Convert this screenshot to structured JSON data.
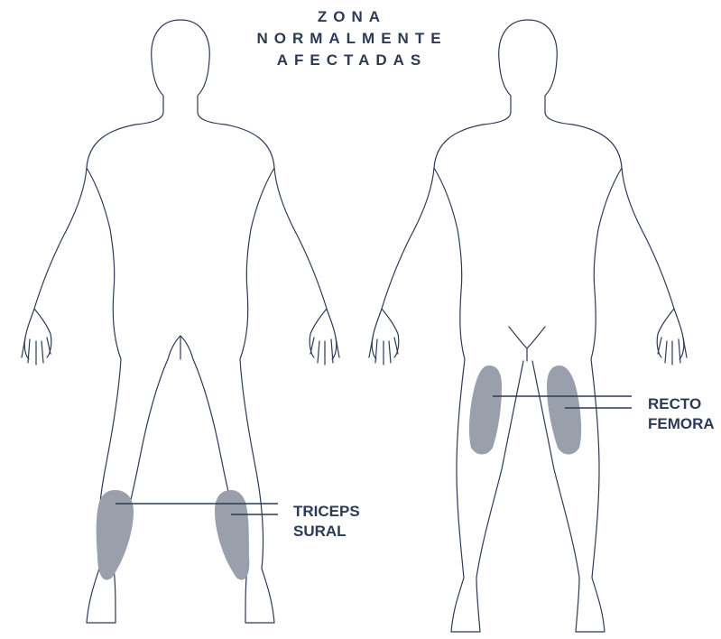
{
  "heading": {
    "lines": [
      "ZONA",
      "NORMALMENTE",
      "AFECTADAS"
    ]
  },
  "labels": {
    "triceps_sural": [
      "TRICEPS",
      "SURAL"
    ],
    "recto_femoral": [
      "RECTO",
      "FEMORA"
    ]
  },
  "colors": {
    "outline": "#2d3a55",
    "zone_fill": "#9aa0ab",
    "text": "#2d3a55",
    "background": "#ffffff"
  }
}
